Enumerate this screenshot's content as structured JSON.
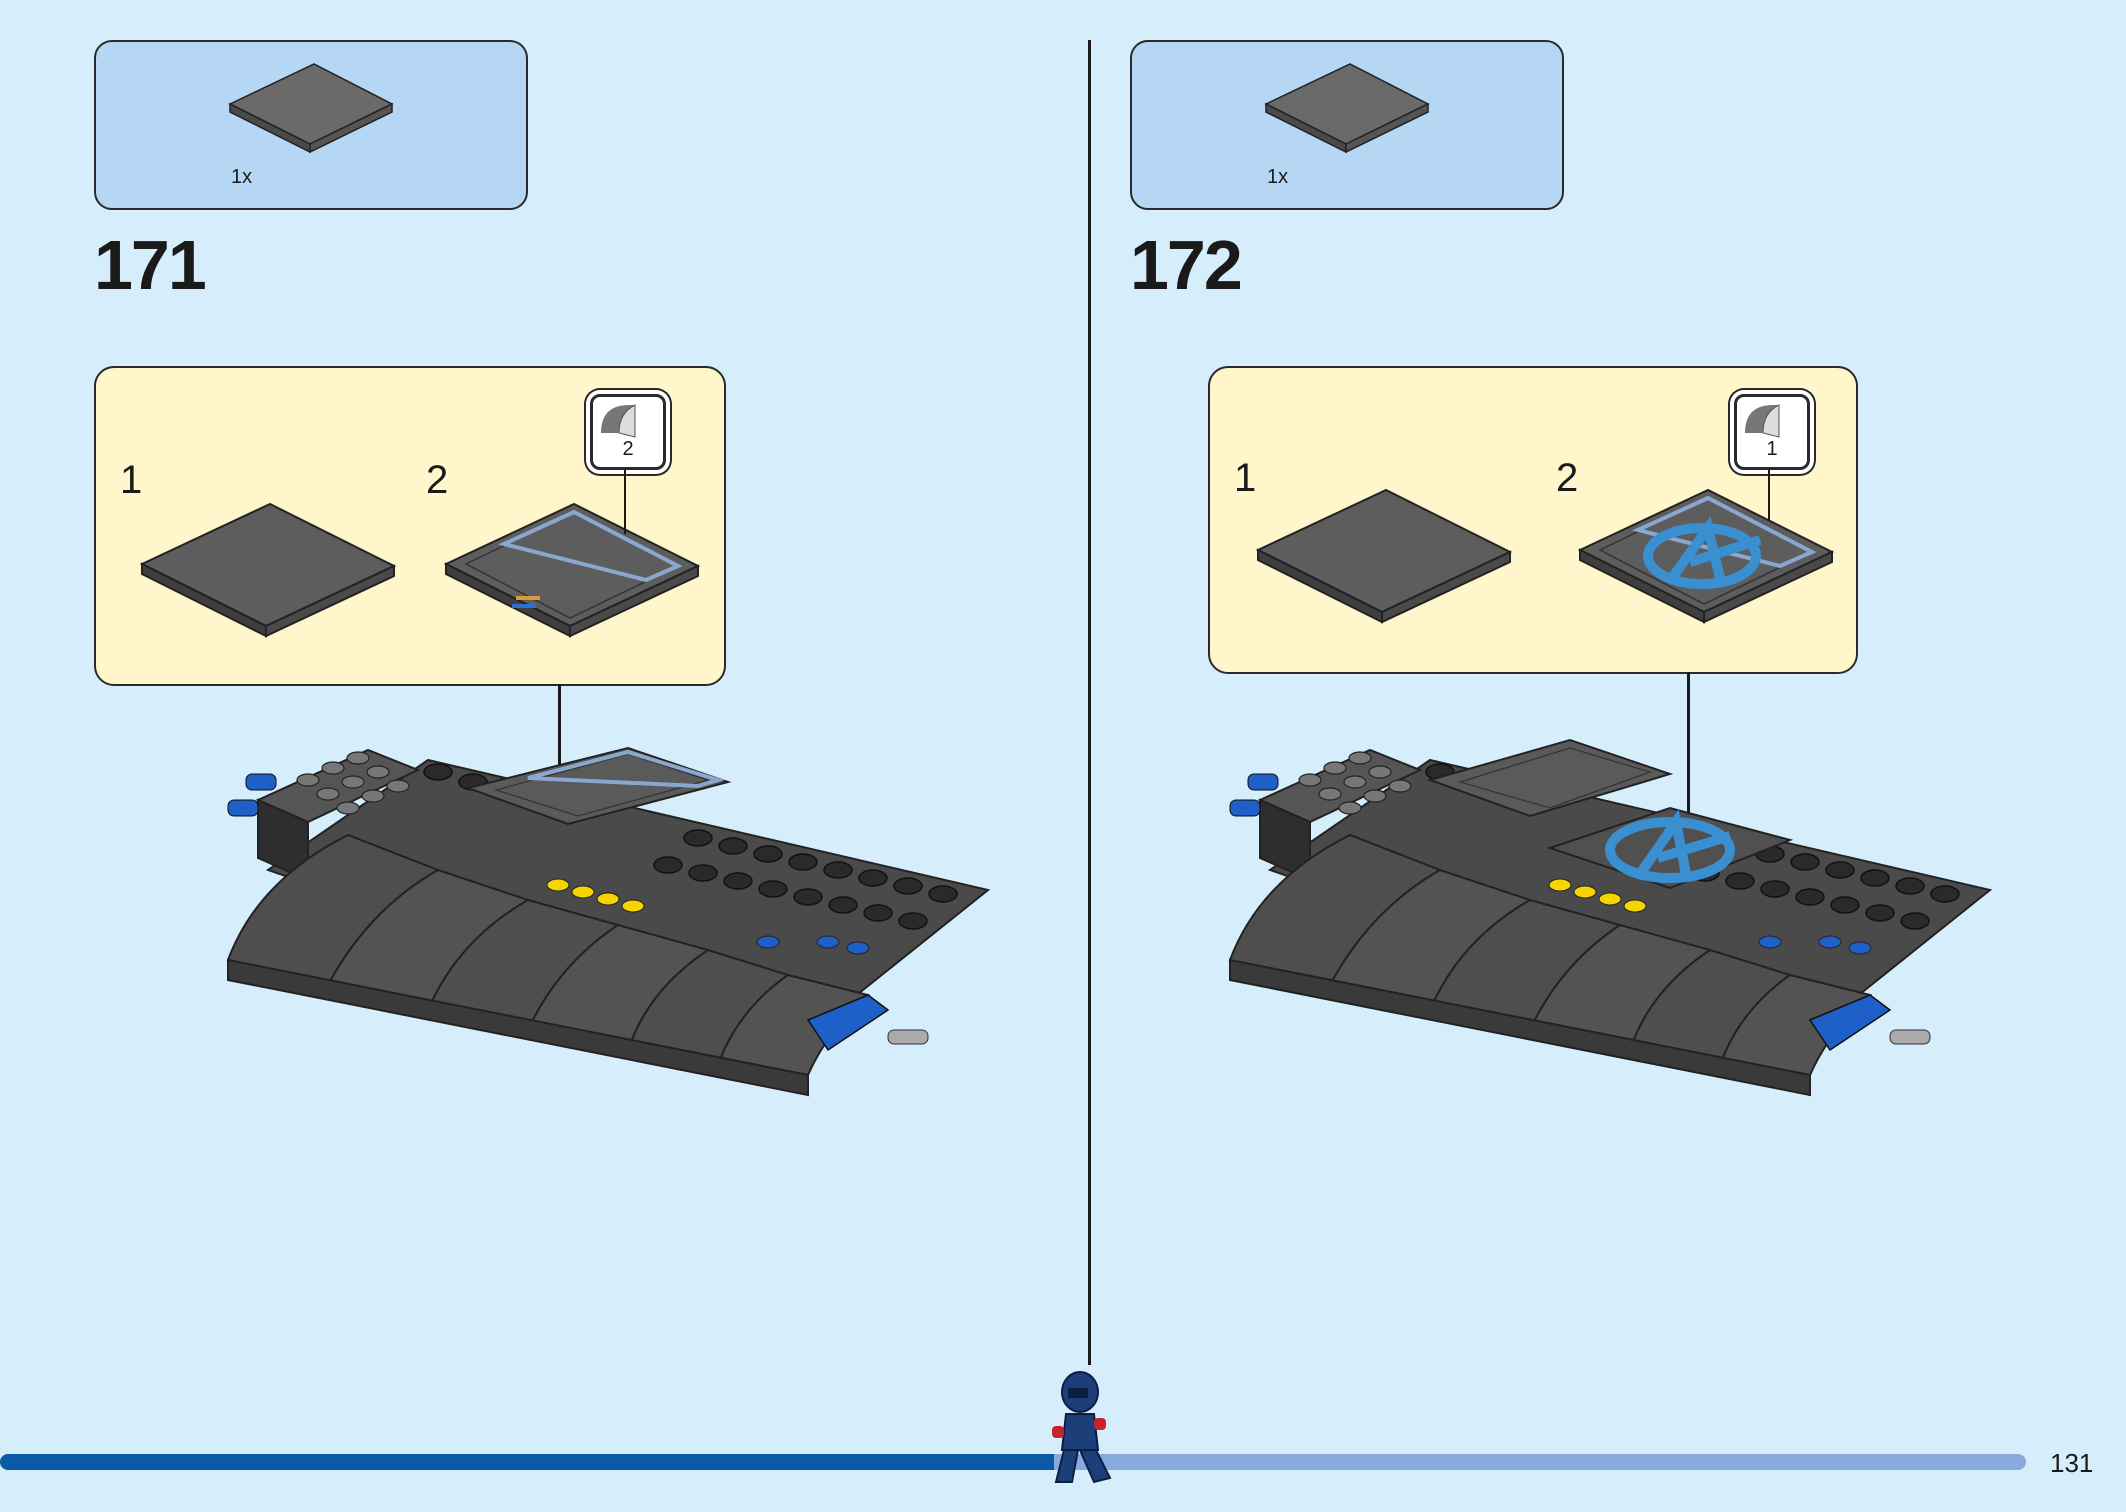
{
  "steps": [
    {
      "number": "171",
      "parts": [
        {
          "qty": "1x",
          "part": "dark-gray-tile-4x4"
        }
      ],
      "substeps": [
        {
          "label": "1",
          "part": "dark-gray-tile-4x4"
        },
        {
          "label": "2",
          "part": "dark-gray-tile-4x4-with-sticker",
          "sticker": "2"
        }
      ]
    },
    {
      "number": "172",
      "parts": [
        {
          "qty": "1x",
          "part": "dark-gray-tile-4x4"
        }
      ],
      "substeps": [
        {
          "label": "1",
          "part": "dark-gray-tile-4x4"
        },
        {
          "label": "2",
          "part": "dark-gray-tile-4x4-with-avengers-sticker",
          "sticker": "1"
        }
      ]
    }
  ],
  "page_number": "131",
  "progress": {
    "fraction": 0.52,
    "done_color": "#0a5aa6",
    "remaining_color": "#88a9dd"
  },
  "colors": {
    "background": "#d6eefb",
    "parts_box": "#b6d7f4",
    "substep_box": "#fff6cc",
    "brick": "#5a5a5a",
    "blue": "#1f5fc8",
    "yellow": "#f5d400",
    "sticker_blue": "#3a8fd0"
  },
  "icons": [
    "sticker-icon",
    "minifigure-walking-icon"
  ]
}
